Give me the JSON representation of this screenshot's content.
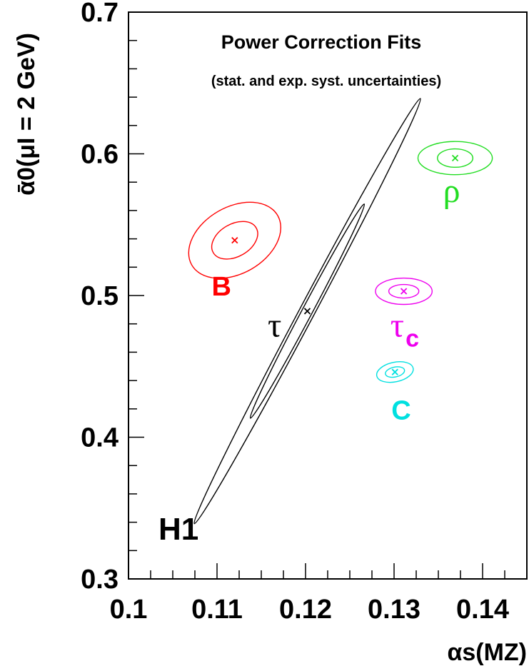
{
  "chart_data": {
    "type": "scatter",
    "title": "Power Correction Fits",
    "subtitle": "(stat. and exp. syst. uncertainties)",
    "annotation": "H1",
    "xlabel": "αs(MZ)",
    "ylabel": "ᾱ0(μI = 2 GeV)",
    "xlim": [
      0.1,
      0.145
    ],
    "ylim": [
      0.3,
      0.7
    ],
    "x_ticks": [
      0.1,
      0.11,
      0.12,
      0.13,
      0.14
    ],
    "x_tick_labels": [
      "0.1",
      "0.11",
      "0.12",
      "0.13",
      "0.14"
    ],
    "y_ticks": [
      0.3,
      0.4,
      0.5,
      0.6,
      0.7
    ],
    "y_tick_labels": [
      "0.3",
      "0.4",
      "0.5",
      "0.6",
      "0.7"
    ],
    "grid": false,
    "series": [
      {
        "name": "B",
        "label": "B",
        "label_kind": "text",
        "color": "#ff0000",
        "x": 0.112,
        "y": 0.539,
        "inner": {
          "a": 0.0028,
          "b": 0.0115,
          "angle": -30
        },
        "outer": {
          "a": 0.0056,
          "b": 0.0235,
          "angle": -30
        },
        "label_pos": [
          0.1105,
          0.5
        ]
      },
      {
        "name": "τ",
        "label": "τ",
        "label_kind": "greek",
        "color": "#000000",
        "x": 0.1202,
        "y": 0.489,
        "inner": {
          "a": 0.0137,
          "b": 0.0036,
          "angle": -62
        },
        "outer": {
          "a": 0.0272,
          "b": 0.0054,
          "angle": -62
        },
        "label_pos": [
          0.1165,
          0.471
        ]
      },
      {
        "name": "ρ",
        "label": "ρ",
        "label_kind": "greek",
        "color": "#22dd22",
        "x": 0.1369,
        "y": 0.597,
        "inner": {
          "a": 0.002,
          "b": 0.0065,
          "angle": 0
        },
        "outer": {
          "a": 0.0042,
          "b": 0.0117,
          "angle": 0
        },
        "label_pos": [
          0.1365,
          0.566
        ]
      },
      {
        "name": "τc",
        "label": "τ",
        "sub": "c",
        "label_kind": "greek",
        "color": "#ee00ee",
        "x": 0.1311,
        "y": 0.503,
        "inner": {
          "a": 0.0017,
          "b": 0.0048,
          "angle": 0
        },
        "outer": {
          "a": 0.0032,
          "b": 0.0093,
          "angle": 0
        },
        "label_pos": [
          0.1312,
          0.471
        ]
      },
      {
        "name": "C",
        "label": "C",
        "label_kind": "text",
        "color": "#00e0e0",
        "x": 0.1301,
        "y": 0.446,
        "inner": {
          "a": 0.0011,
          "b": 0.0035,
          "angle": -12
        },
        "outer": {
          "a": 0.0021,
          "b": 0.0069,
          "angle": -12
        },
        "label_pos": [
          0.1308,
          0.4125
        ]
      }
    ]
  }
}
